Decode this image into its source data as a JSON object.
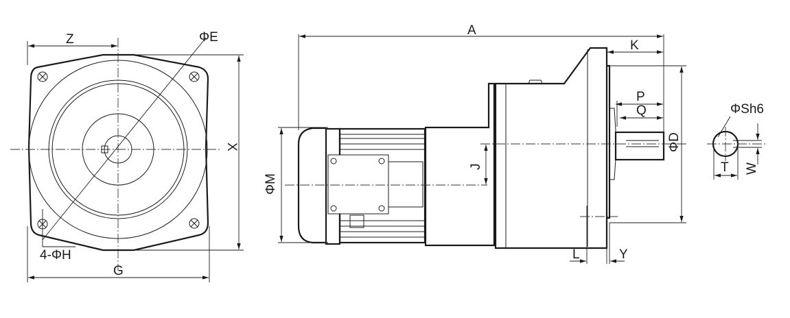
{
  "labels": {
    "Z": "Z",
    "E": "ΦE",
    "X": "X",
    "G": "G",
    "H": "4-ΦH",
    "A": "A",
    "K": "K",
    "P": "P",
    "Q": "Q",
    "Sh": "ΦSh6",
    "D": "ΦD",
    "J": "J",
    "M": "ΦM",
    "W": "W",
    "T": "T",
    "L": "L",
    "Y": "Y"
  },
  "colors": {
    "line": "#1a1a1a",
    "background": "#ffffff"
  }
}
